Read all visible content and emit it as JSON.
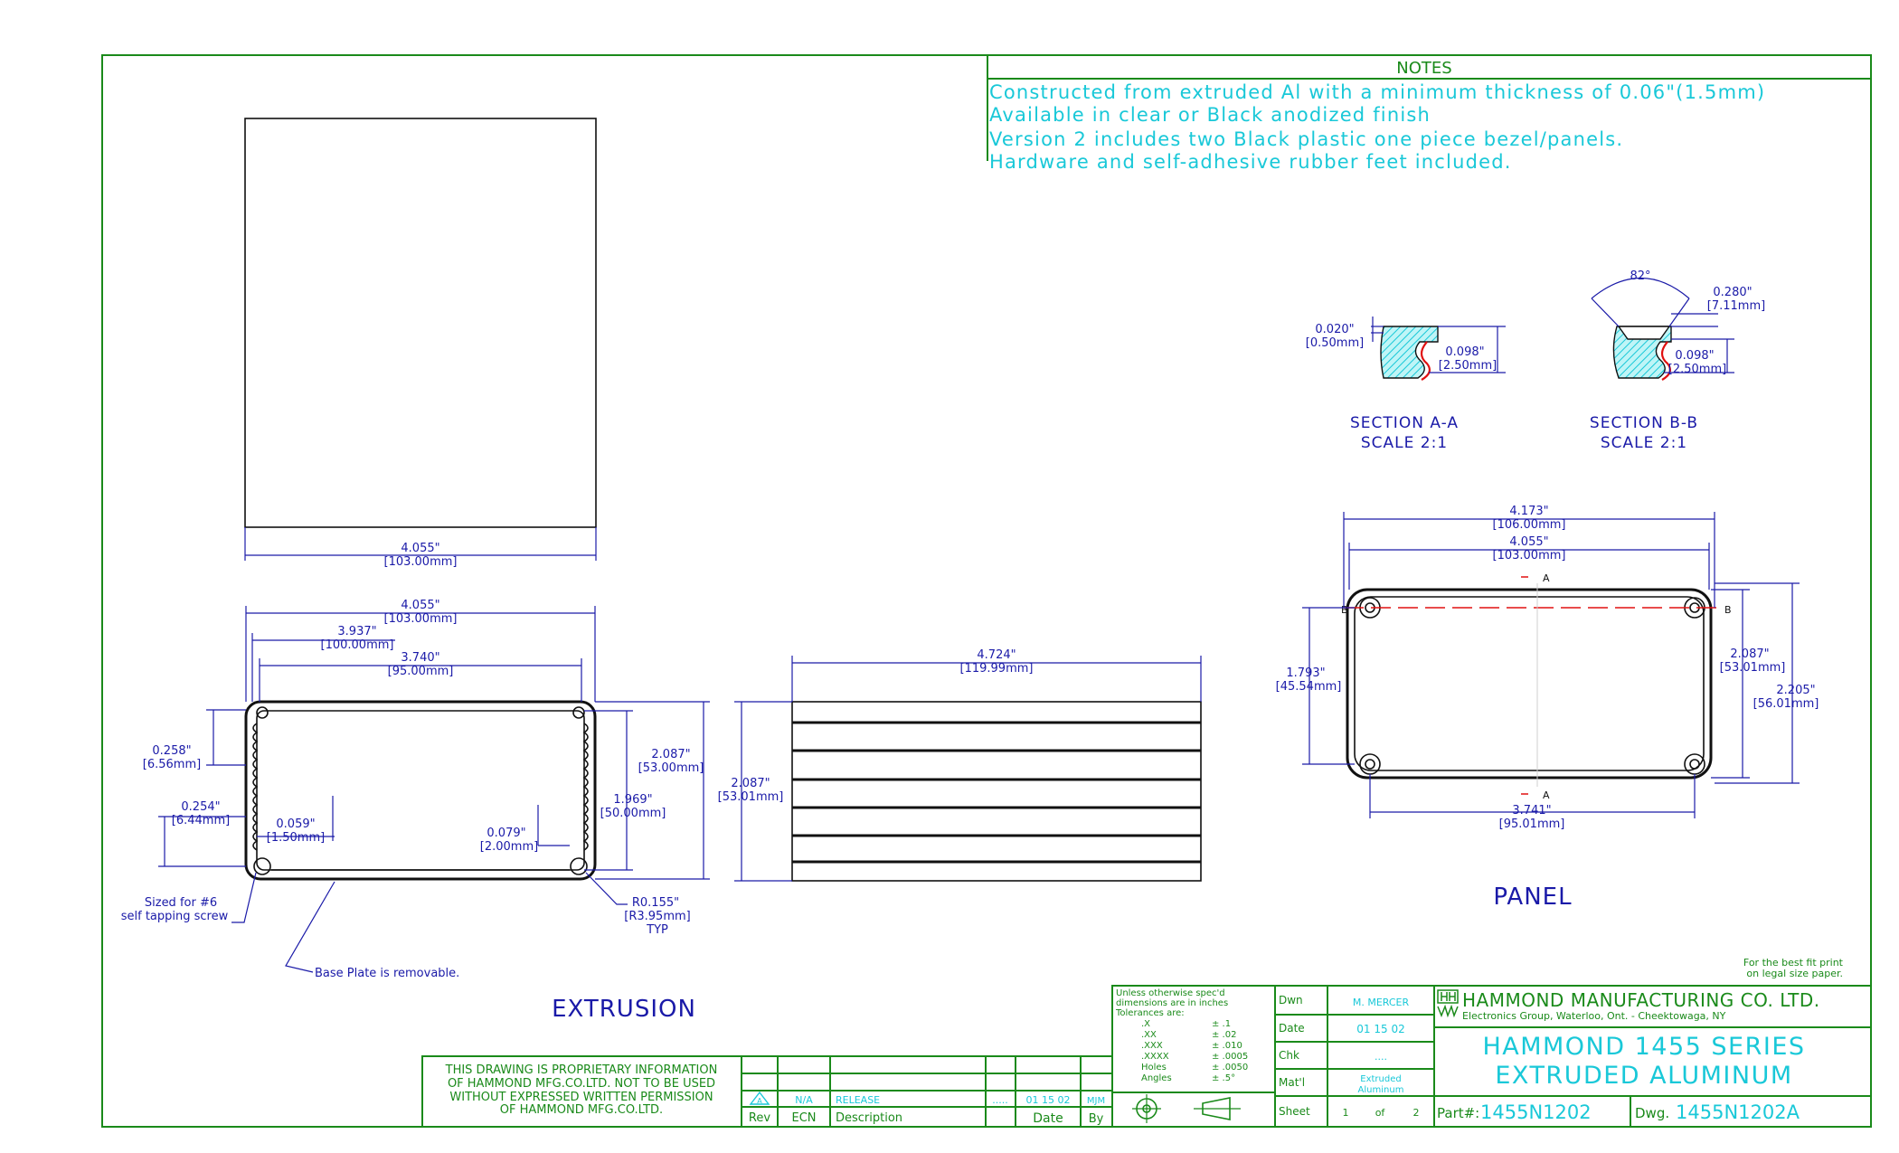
{
  "colors": {
    "frame": "#1a8a1a",
    "dimension": "#1a1aa8",
    "note": "#19c8d8",
    "object": "#111111",
    "cutline": "#e01010"
  },
  "notes": {
    "title": "NOTES",
    "lines": [
      "Constructed from extruded Al with a minimum thickness of 0.06\"(1.5mm)",
      "Available in clear or Black anodized finish",
      "Version 2 includes two Black plastic one piece bezel/panels.",
      "Hardware and self-adhesive rubber feet included."
    ]
  },
  "top_view": {
    "width_in": "4.055\"",
    "width_mm": "[103.00mm]"
  },
  "extrusion": {
    "label": "EXTRUSION",
    "overall_in": "4.055\"",
    "overall_mm": "[103.00mm]",
    "d2_in": "3.937\"",
    "d2_mm": "[100.00mm]",
    "d3_in": "3.740\"",
    "d3_mm": "[95.00mm]",
    "h1_in": "2.087\"",
    "h1_mm": "[53.00mm]",
    "h2_in": "1.969\"",
    "h2_mm": "[50.00mm]",
    "slot_in": "0.258\"",
    "slot_mm": "[6.56mm]",
    "boss_in": "0.254\"",
    "boss_mm": "[6.44mm]",
    "wall_in": "0.059\"",
    "wall_mm": "[1.50mm]",
    "base_in": "0.079\"",
    "base_mm": "[2.00mm]",
    "radius_in": "R0.155\"",
    "radius_mm": "[R3.95mm]",
    "radius_note": "TYP",
    "screw_note_1": "Sized for #6",
    "screw_note_2": "self tapping screw",
    "base_note": "Base Plate is removable."
  },
  "side_view": {
    "length_in": "4.724\"",
    "length_mm": "[119.99mm]",
    "height_in": "2.087\"",
    "height_mm": "[53.01mm]"
  },
  "section_aa": {
    "title": "SECTION A-A",
    "scale": "SCALE 2:1",
    "d1_in": "0.020\"",
    "d1_mm": "[0.50mm]",
    "d2_in": "0.098\"",
    "d2_mm": "[2.50mm]"
  },
  "section_bb": {
    "title": "SECTION B-B",
    "scale": "SCALE 2:1",
    "angle": "82°",
    "d1_in": "0.280\"",
    "d1_mm": "[7.11mm]",
    "d2_in": "0.098\"",
    "d2_mm": "[2.50mm]"
  },
  "panel": {
    "label": "PANEL",
    "w1_in": "4.173\"",
    "w1_mm": "[106.00mm]",
    "w2_in": "4.055\"",
    "w2_mm": "[103.00mm]",
    "w3_in": "3.741\"",
    "w3_mm": "[95.01mm]",
    "h1_in": "1.793\"",
    "h1_mm": "[45.54mm]",
    "h2_in": "2.087\"",
    "h2_mm": "[53.01mm]",
    "h3_in": "2.205\"",
    "h3_mm": "[56.01mm]",
    "section_mark": "A",
    "section_mark_b": "B"
  },
  "title_block": {
    "fit_note_1": "For the best fit print",
    "fit_note_2": "on legal size paper.",
    "tolerance_lines": [
      "Unless otherwise spec'd",
      "dimensions are in inches",
      "Tolerances are:"
    ],
    "tolerances": [
      [
        ".X",
        "± .1"
      ],
      [
        ".XX",
        "± .02"
      ],
      [
        ".XXX",
        "± .010"
      ],
      [
        ".XXXX",
        "± .0005"
      ],
      [
        "Holes",
        "± .0050"
      ],
      [
        "Angles",
        "± .5°"
      ]
    ],
    "dwn_label": "Dwn",
    "dwn_value": "M. MERCER",
    "date_label": "Date",
    "date_value": "01 15 02",
    "chk_label": "Chk",
    "chk_value": "....",
    "matl_label": "Mat'l",
    "matl_value_1": "Extruded",
    "matl_value_2": "Aluminum",
    "sheet_label": "Sheet",
    "sheet_value": "1",
    "sheet_of": "of",
    "sheet_total": "2",
    "company": "HAMMOND MANUFACTURING CO. LTD.",
    "company_sub": "Electronics Group, Waterloo, Ont. - Cheektowaga, NY",
    "title_1": "HAMMOND 1455 SERIES",
    "title_2": "EXTRUDED ALUMINUM",
    "part_label": "Part#:",
    "part_value": "1455N1202",
    "dwg_label": "Dwg.",
    "dwg_value": "1455N1202A",
    "proprietary": [
      "THIS DRAWING IS PROPRIETARY INFORMATION",
      "OF HAMMOND MFG.CO.LTD. NOT TO BE USED",
      "WITHOUT EXPRESSED WRITTEN PERMISSION",
      "OF HAMMOND MFG.CO.LTD."
    ],
    "rev": {
      "rev": "A",
      "ecn": "N/A",
      "description": "RELEASE",
      "dots": ".....",
      "date": "01 15 02",
      "by": "MJM"
    },
    "rev_headers": {
      "rev": "Rev",
      "ecn": "ECN",
      "description": "Description",
      "date": "Date",
      "by": "By"
    }
  }
}
